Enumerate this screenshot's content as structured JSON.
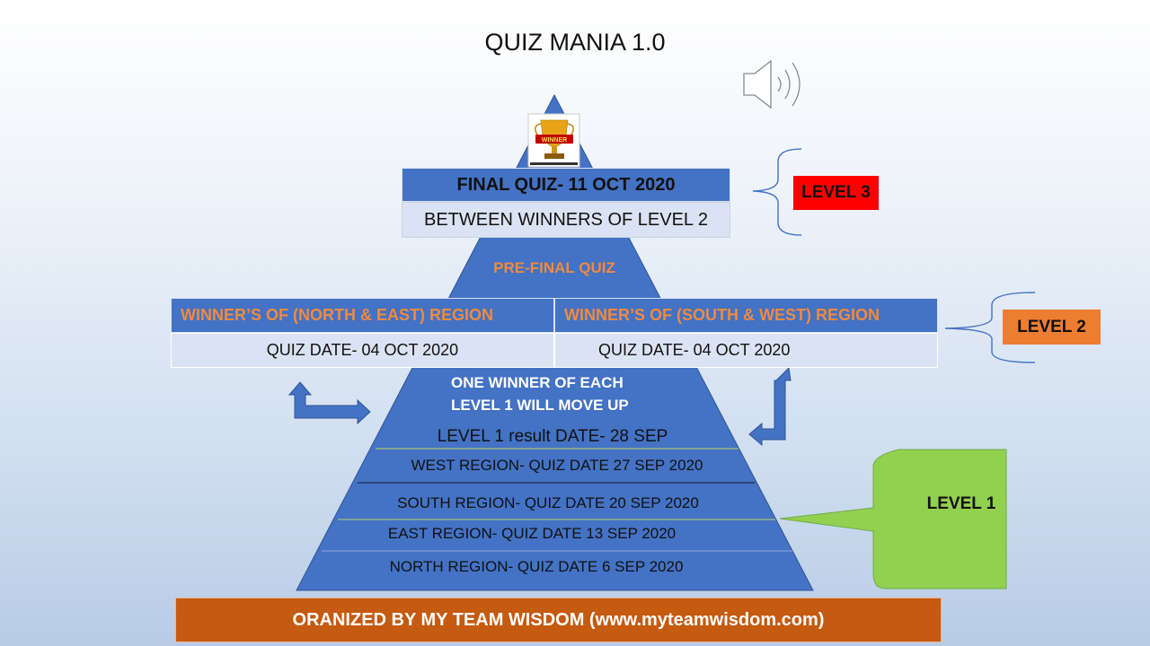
{
  "title": "QUIZ MANIA 1.0",
  "trophy": {
    "icon": "trophy-icon",
    "label": "WINNER"
  },
  "speaker": {
    "icon": "speaker-icon"
  },
  "level3": {
    "header": "FINAL QUIZ- 11 OCT 2020",
    "subtext": "BETWEEN WINNERS OF LEVEL 2",
    "badge": "LEVEL 3",
    "badge_color": "#ff0000"
  },
  "prefinal": "PRE-FINAL QUIZ",
  "level2": {
    "left_header": "WINNER’S OF (NORTH & EAST) REGION",
    "right_header": "WINNER’S OF (SOUTH & WEST) REGION",
    "left_date": "QUIZ DATE- 04 OCT 2020",
    "right_date": "QUIZ DATE- 04 OCT 2020",
    "badge": "LEVEL 2",
    "badge_color": "#ed7d31"
  },
  "level1": {
    "move_up_line1": "ONE WINNER OF EACH",
    "move_up_line2": "LEVEL 1 WILL MOVE UP",
    "result_date": "LEVEL 1 result DATE- 28 SEP",
    "west": "WEST REGION- QUIZ DATE 27 SEP 2020",
    "south": "SOUTH REGION- QUIZ DATE 20 SEP 2020",
    "east": "EAST REGION- QUIZ DATE 13 SEP 2020",
    "north": "NORTH REGION- QUIZ DATE 6 SEP 2020",
    "badge": "LEVEL 1",
    "badge_color": "#92d050"
  },
  "footer": "ORANIZED BY MY TEAM WISDOM (www.myteamwisdom.com)",
  "colors": {
    "pyramid": "#4472c4",
    "pyramid_dark": "#2f5597",
    "row_light": "#dae3f3",
    "footer": "#c55a11"
  }
}
